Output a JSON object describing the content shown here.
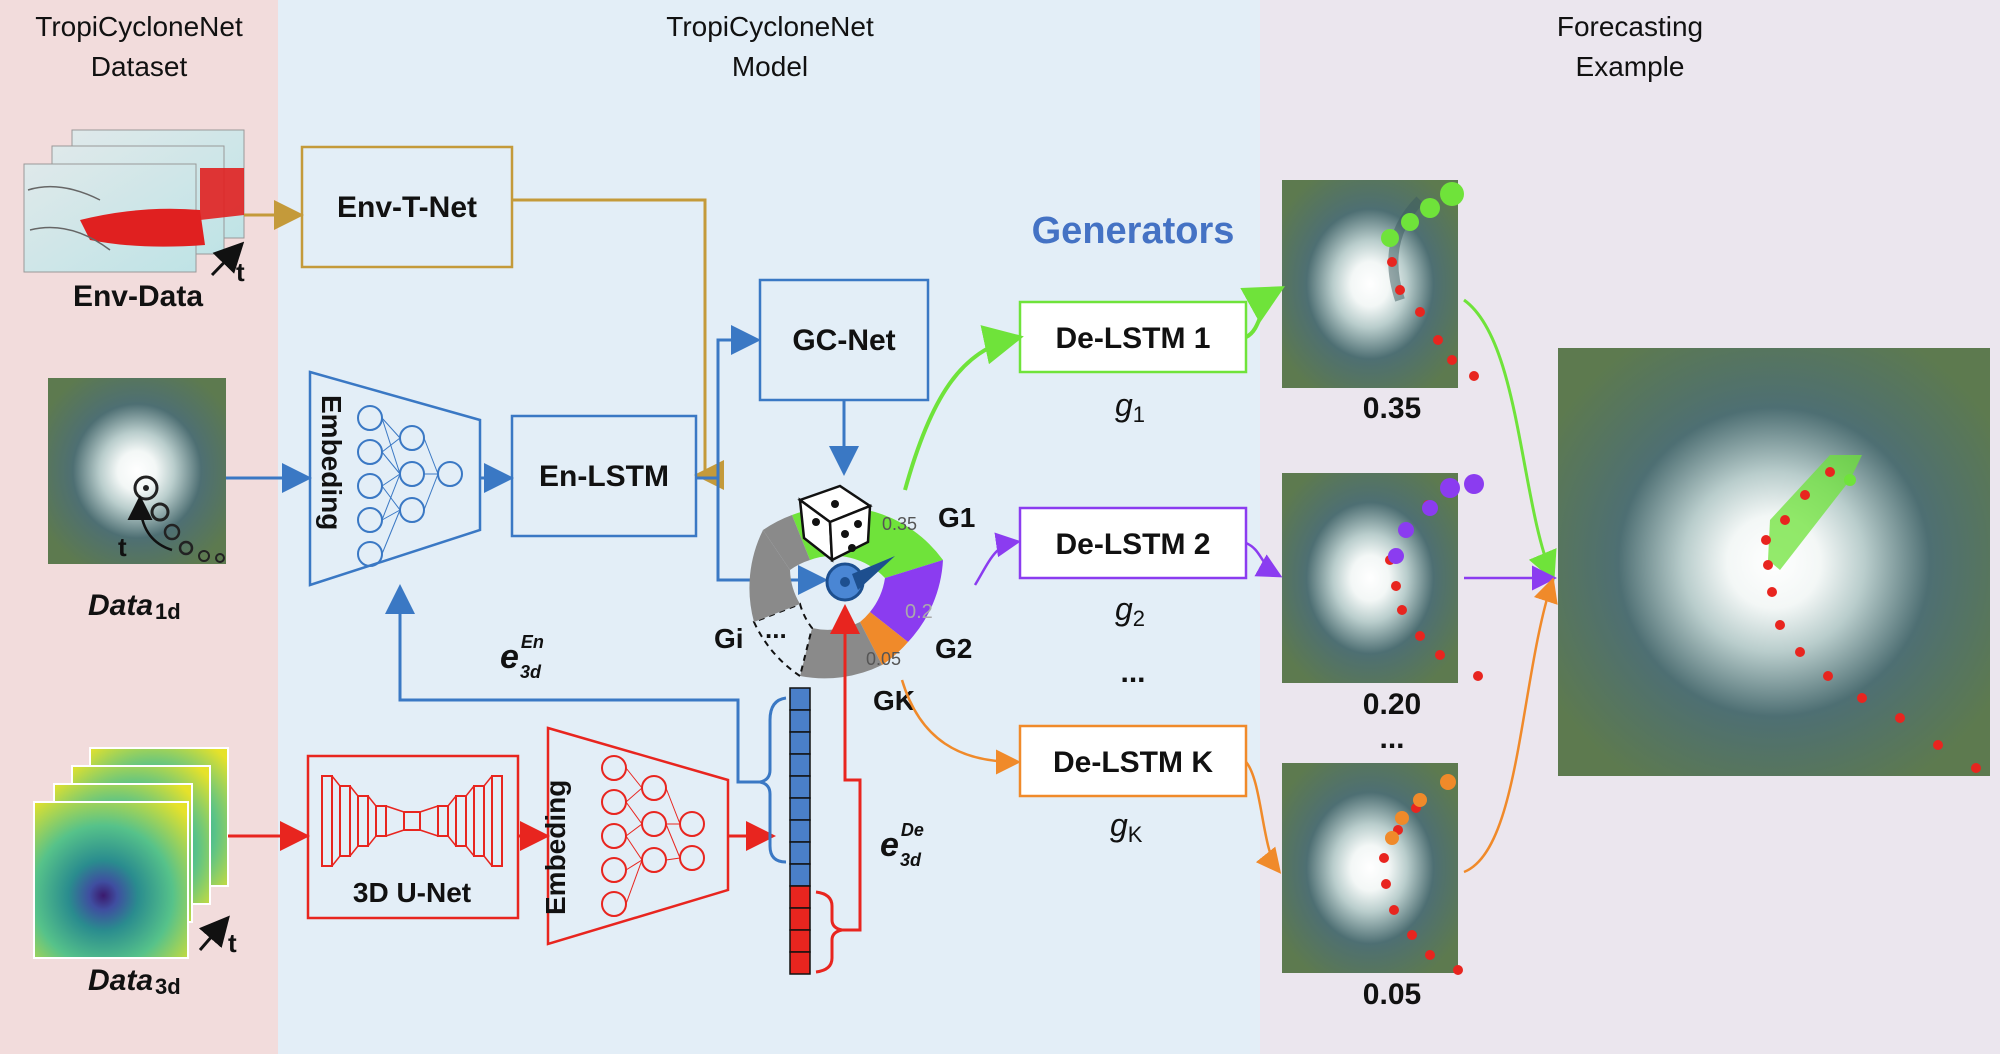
{
  "panels": {
    "dataset_title_line1": "TropiCycloneNet",
    "dataset_title_line2": "Dataset",
    "model_title_line1": "TropiCycloneNet",
    "model_title_line2": "Model",
    "forecast_title_line1": "Forecasting",
    "forecast_title_line2": "Example"
  },
  "inputs": {
    "env_label": "Env-Data",
    "data1d_main": "Data",
    "data1d_sub": "1d",
    "data3d_main": "Data",
    "data3d_sub": "3d",
    "time_label": "t"
  },
  "modules": {
    "env_t_net": "Env-T-Net",
    "en_lstm": "En-LSTM",
    "gc_net": "GC-Net",
    "embeding_top": "Embeding",
    "embeding_bottom": "Embeding",
    "unet": "3D U-Net",
    "generators_title": "Generators",
    "de_lstm_1": "De-LSTM 1",
    "de_lstm_2": "De-LSTM 2",
    "de_lstm_k": "De-LSTM K",
    "g1_label": "g",
    "g1_sub": "1",
    "g2_label": "g",
    "g2_sub": "2",
    "gk_label": "g",
    "gk_sub": "K",
    "gen_dots": "..."
  },
  "embeddings": {
    "e_en_main": "e",
    "e_en_sup": "En",
    "e_en_sub": "3d",
    "e_de_main": "e",
    "e_de_sup": "De",
    "e_de_sub": "3d"
  },
  "wheel": {
    "g1": "G1",
    "g2": "G2",
    "gk": "GK",
    "gi": "Gi",
    "p1": "0.35",
    "p2": "0.2",
    "pk": "0.05",
    "dots": "..."
  },
  "forecast": {
    "prob_1": "0.35",
    "prob_2": "0.20",
    "prob_k": "0.05",
    "dots": "..."
  },
  "colors": {
    "dataset_bg": "#f2dcdc",
    "model_bg": "#e3eef7",
    "forecast_bg": "#ebe6ee",
    "env_arrow": "#c49a3a",
    "blue": "#3a78c4",
    "red": "#e8251f",
    "green": "#6fe33a",
    "purple": "#8b3cf0",
    "orange": "#f08a2a",
    "gray": "#8a8a8a",
    "generators_title": "#4472c4"
  }
}
